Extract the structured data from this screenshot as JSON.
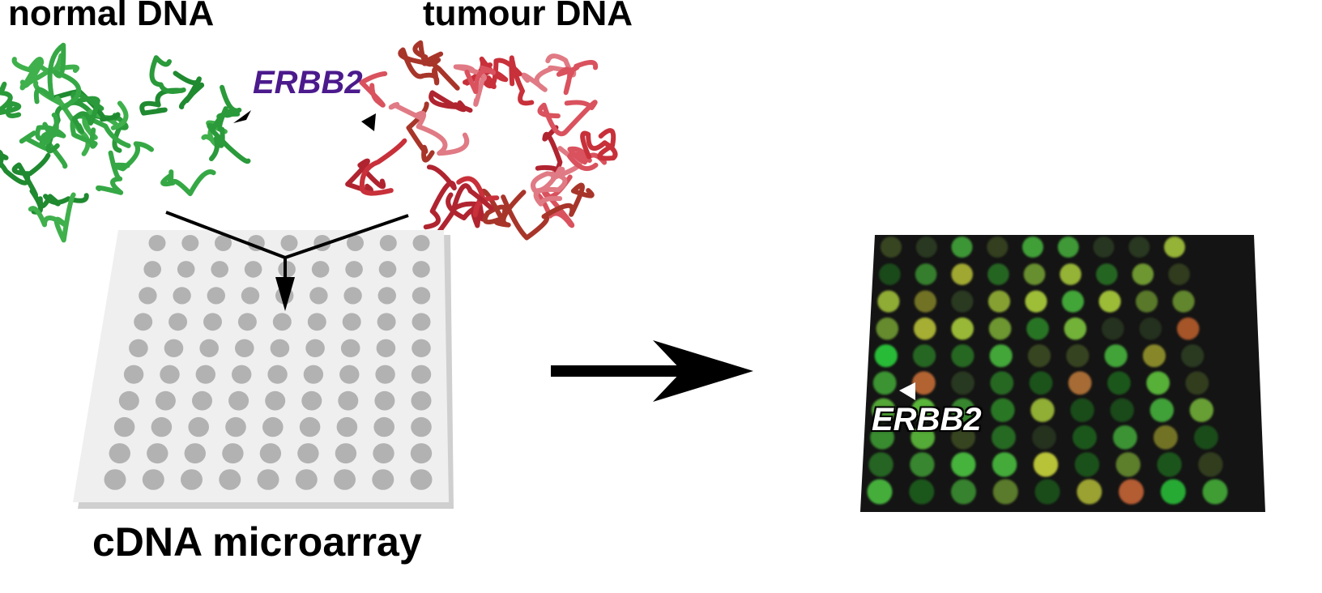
{
  "labels": {
    "normal_dna": "normal DNA",
    "tumour_dna": "tumour DNA",
    "gene": "ERBB2",
    "array": "cDNA microarray",
    "gene_result": "ERBB2"
  },
  "colors": {
    "normal_dna": "#2a9a3a",
    "tumour_dna": "#c8303a",
    "gene_label": "#4b1a8c",
    "array_spot": "#b2b2b2",
    "array_slide": "#efefef",
    "result_bg": "#141414"
  },
  "icons": {
    "normal_dna": "green-dna-strands-icon",
    "tumour_dna": "red-dna-strands-icon",
    "microarray": "microarray-slide-icon",
    "result": "hybridized-microarray-image",
    "arrow": "right-arrow-icon"
  }
}
